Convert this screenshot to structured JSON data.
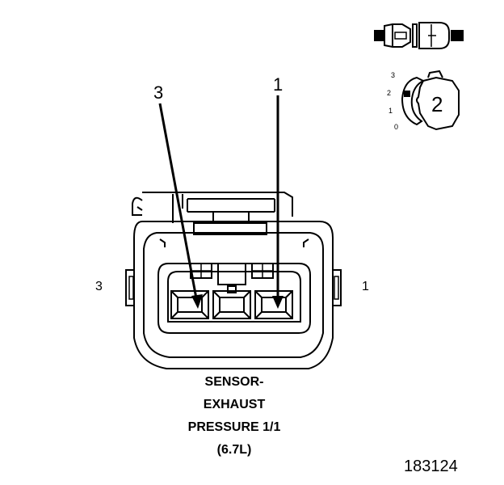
{
  "callouts": {
    "pin3": "3",
    "pin1": "1"
  },
  "side_labels": {
    "left": "3",
    "right": "1"
  },
  "detail": {
    "position_labels": [
      "3",
      "2",
      "1",
      "0"
    ],
    "view_number": "2"
  },
  "caption": [
    "SENSOR-",
    "EXHAUST",
    "PRESSURE 1/1",
    "(6.7L)"
  ],
  "doc_number": "183124"
}
